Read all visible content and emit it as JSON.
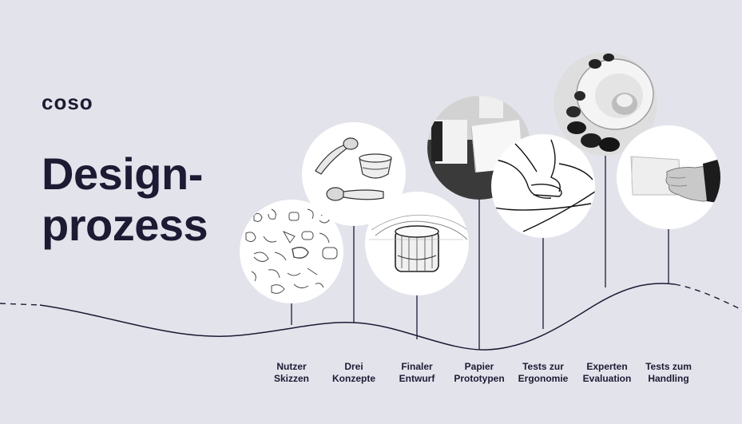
{
  "brand": "coso",
  "title": {
    "line1": "Design-",
    "line2": "prozess"
  },
  "steps": [
    {
      "line1": "Nutzer",
      "line2": "Skizzen",
      "icon": "sketches-icon"
    },
    {
      "line1": "Drei",
      "line2": "Konzepte",
      "icon": "concepts-icon"
    },
    {
      "line1": "Finaler",
      "line2": "Entwurf",
      "icon": "final-draft-icon"
    },
    {
      "line1": "Papier",
      "line2": "Prototypen",
      "icon": "paper-prototype-icon"
    },
    {
      "line1": "Tests zur",
      "line2": "Ergonomie",
      "icon": "ergonomics-icon"
    },
    {
      "line1": "Experten",
      "line2": "Evaluation",
      "icon": "expert-evaluation-icon"
    },
    {
      "line1": "Tests zum",
      "line2": "Handling",
      "icon": "handling-icon"
    }
  ],
  "colors": {
    "background": "#e3e3ec",
    "ink": "#1d1a33",
    "circle": "#ffffff"
  }
}
